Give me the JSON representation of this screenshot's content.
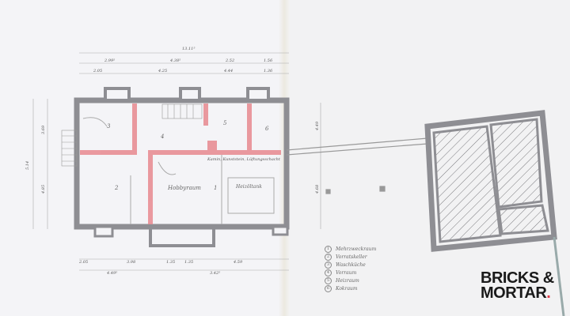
{
  "plan": {
    "overall_dimension": "13.11⁵",
    "top_dimensions_row1": [
      "2.99⁵",
      "4.38⁵",
      "2.52",
      "1.56"
    ],
    "top_dimensions_row2": [
      "2.05",
      "4.25",
      "4.44",
      "1.36"
    ],
    "bottom_dimensions_row1": [
      "2.05",
      "3.98",
      "1.35",
      "1.35",
      "4.59"
    ],
    "bottom_dimensions_row2": [
      "4.49⁵",
      "3.42⁵"
    ],
    "left_dimensions": [
      "5.14",
      "3.69",
      "4.85"
    ],
    "right_dimensions": [
      "4.49",
      "4.68"
    ],
    "room_numbers": [
      "1",
      "2",
      "3",
      "4",
      "5",
      "6"
    ],
    "room_label_hobby": "Hobbyraum",
    "room_label_heizraum": "Heizöltank",
    "note_text": "Kamin, Kunststein, Lüftungsschacht",
    "colors": {
      "wall": "#8e8e93",
      "new_wall": "#e8888f",
      "hatch": "#7a7a7e"
    }
  },
  "legend": {
    "items": [
      {
        "num": "1",
        "label": "Mehrzweckraum"
      },
      {
        "num": "2",
        "label": "Vorratskeller"
      },
      {
        "num": "3",
        "label": "Waschküche"
      },
      {
        "num": "4",
        "label": "Vorraum"
      },
      {
        "num": "5",
        "label": "Heizraum"
      },
      {
        "num": "6",
        "label": "Kokraum"
      }
    ]
  },
  "logo": {
    "line1": "BRICKS &",
    "line2": "MORTAR",
    "dot": ".",
    "accent": "#e23b4a"
  }
}
